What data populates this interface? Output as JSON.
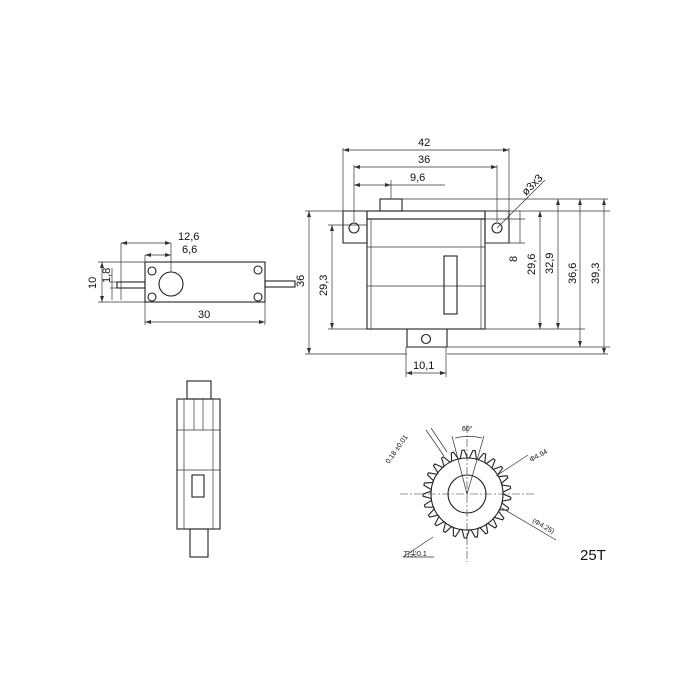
{
  "side_view": {
    "dim_width": "30",
    "dim_shaft_offset": "12,6",
    "dim_shaft_offset2": "6,6",
    "dim_height": "10",
    "dim_flange": "1,8"
  },
  "front_view": {
    "dim_mount_span": "42",
    "dim_body_width": "36",
    "dim_shaft_offset": "9,6",
    "dim_hole": "ø3x3",
    "dim_flange_height": "8",
    "dim_body_height": "29,6",
    "dim_body_height2": "32,9",
    "dim_overall1": "36,6",
    "dim_overall2": "39,3",
    "dim_left_total": "36",
    "dim_left_body": "29,3",
    "dim_bottom_tab": "10,1"
  },
  "gear": {
    "dim_tooth_width": "0.18 ±0.01",
    "dim_angle": "60°",
    "dim_outer": "Φ4.94",
    "dim_root": "(Φ4.25)",
    "dim_tip": "刀尖0.1",
    "tooth_count_label": "25T",
    "tooth_count": 25
  }
}
